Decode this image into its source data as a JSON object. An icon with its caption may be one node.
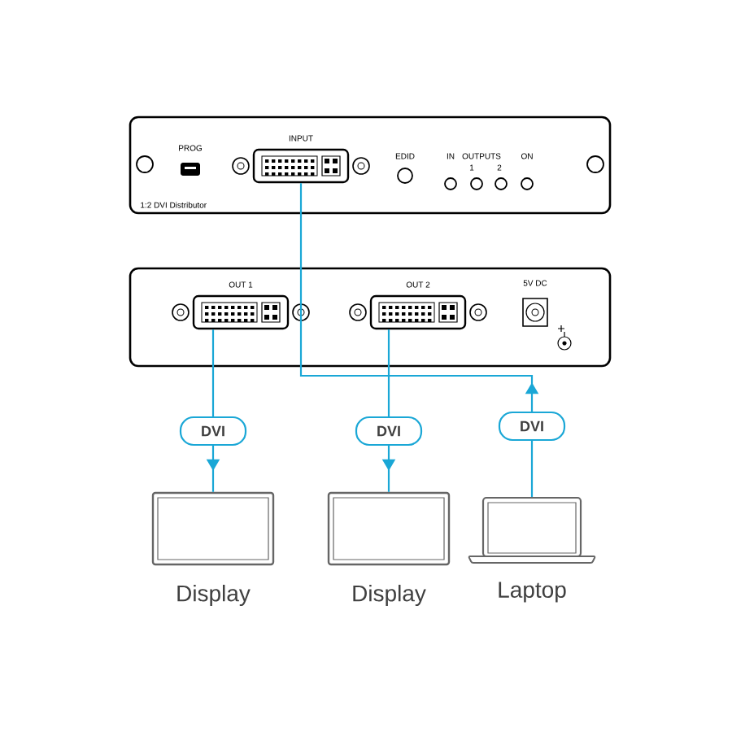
{
  "diagram": {
    "nodes": [
      {
        "text": [
          "INPUT"
        ]
      },
      {
        "text": [
          "OUT 1"
        ]
      },
      {
        "text": [
          "OUT 2"
        ]
      },
      {
        "text": [
          "5V DC"
        ]
      },
      {
        "text": [
          "Display"
        ]
      },
      {
        "text": [
          "Display"
        ]
      },
      {
        "text": [
          "Laptop"
        ]
      }
    ],
    "edges": [
      {
        "from": 1,
        "to": 4,
        "arrow": "to",
        "label": "DVI"
      },
      {
        "from": 2,
        "to": 5,
        "arrow": "to",
        "label": "DVI"
      },
      {
        "from": 6,
        "to": 0,
        "arrow": "to",
        "label": "DVI"
      }
    ],
    "labels": [
      "PROG",
      "EDID",
      "IN",
      "OUTPUTS",
      "1",
      "2",
      "ON",
      "1:2 DVI Distributor"
    ]
  }
}
